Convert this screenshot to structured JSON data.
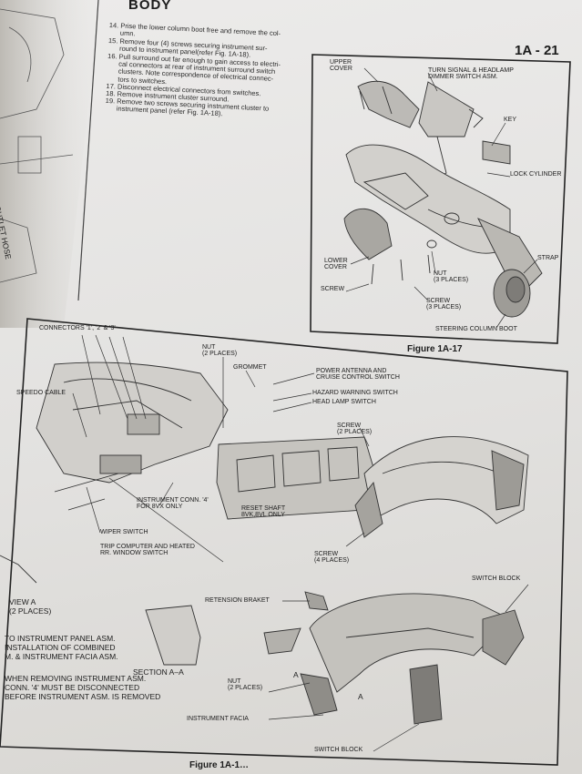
{
  "header": {
    "section": "BODY",
    "page_number": "1A - 21"
  },
  "steps": [
    "14. Prise the lower column boot free and remove the col-\n      umn.",
    "15. Remove four (4) screws securing instrument sur-\n      round to instrument panel(refer Fig. 1A-18).",
    "16. Pull surround out far enough to gain access to electri-\n      cal connectors at rear of instrument surround switch\n      clusters. Note correspondence of electrical connec-\n      tors to switches.",
    "17. Disconnect electrical connectors from switches.",
    "18. Remove instrument cluster surround.",
    "19. Remove two screws securing instrument cluster to\n      instrument panel (refer Fig. 1A-18)."
  ],
  "left_margin_text": "OUTLET HOSE",
  "figure_17": {
    "caption": "Figure 1A-17",
    "labels": {
      "upper_cover": "UPPER\nCOVER",
      "turn_signal": "TURN SIGNAL & HEADLAMP\nDIMMER SWITCH ASM.",
      "key": "KEY",
      "lock_cylinder": "LOCK CYLINDER",
      "lower_cover": "LOWER\nCOVER",
      "strap": "STRAP",
      "nut": "NUT\n(3 PLACES)",
      "screw_places": "SCREW\n(3 PLACES)",
      "screw": "SCREW",
      "steering_boot": "STEERING COLUMN BOOT"
    }
  },
  "figure_18": {
    "caption": "Figure 1A-1…",
    "labels": {
      "connectors": "CONNECTORS '1', '2' & '3'",
      "nut_2": "NUT\n(2 PLACES)",
      "grommet": "GROMMET",
      "power_antenna": "POWER ANTENNA AND\nCRUISE CONTROL SWITCH",
      "hazard": "HAZARD WARNING SWITCH",
      "headlamp": "HEAD LAMP SWITCH",
      "speedo": "SPEEDO CABLE",
      "screw_2": "SCREW\n(2 PLACES)",
      "inst_conn": "INSTRUMENT CONN. '4'\nFOR 8VX ONLY",
      "reset_shaft": "RESET SHAFT\n8VK,8VL ONLY",
      "wiper": "WIPER SWITCH",
      "trip": "TRIP COMPUTER AND HEATED\nRR. WINDOW SWITCH",
      "screw_4": "SCREW\n(4 PLACES)",
      "switch_block": "SWITCH BLOCK",
      "view_a": "VIEW A\n(2 PLACES)",
      "retension": "RETENSION BRAKET",
      "to_panel": "TO INSTRUMENT PANEL ASM.\nINSTALLATION OF COMBINED\nM. & INSTRUMENT FACIA ASM.",
      "section_aa": "SECTION A–A",
      "when_removing": "WHEN REMOVING INSTRUMENT ASM.\nCONN. '4' MUST BE DISCONNECTED\nBEFORE INSTRUMENT ASM. IS REMOVED",
      "nut_places": "NUT\n(2 PLACES)",
      "a1": "A",
      "a2": "A",
      "facia": "INSTRUMENT FACIA",
      "switch_block2": "SWITCH BLOCK"
    }
  }
}
